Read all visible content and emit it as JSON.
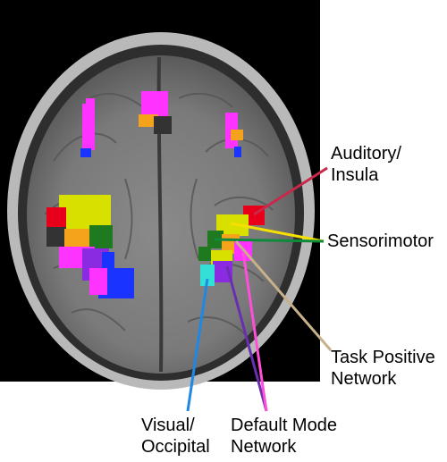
{
  "figure": {
    "background": "#000000",
    "labels": {
      "auditory": [
        "Auditory/",
        "Insula"
      ],
      "sensorimotor": [
        "Sensorimotor"
      ],
      "task_positive": [
        "Task Positive",
        "Network"
      ],
      "visual": [
        "Visual/",
        "Occipital"
      ],
      "default_mode": [
        "Default Mode",
        "Network"
      ]
    },
    "colors": {
      "auditory": "#e8001a",
      "sensorimotor": "#d8e000",
      "motor_green": "#1f7a1f",
      "task_positive": "#f5a31a",
      "visual": "#33e0d8",
      "default_mode_magenta": "#ff33ff",
      "default_mode_purple": "#8a2be2",
      "blue": "#1a33ff",
      "dark_gray": "#333333",
      "line_auditory": "#c8284a",
      "line_sensorimotor_yellow": "#f5e000",
      "line_sensorimotor_green": "#0f8a3a",
      "line_task_positive": "#c8b08a",
      "line_visual": "#1e88e5",
      "line_dmn_purple": "#6a2fb0",
      "line_dmn_magenta": "#ff4fd8"
    }
  }
}
